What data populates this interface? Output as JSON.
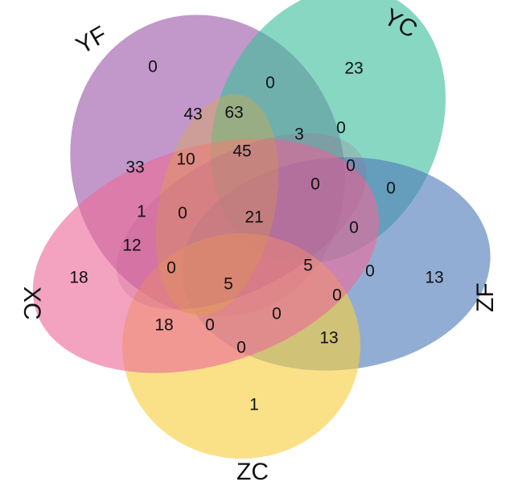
{
  "diagram": {
    "type": "venn-5-set",
    "sets": [
      {
        "key": "YF",
        "label": "YF",
        "color": "#9b59a8"
      },
      {
        "key": "YC",
        "label": "YC",
        "color": "#3dbf9c"
      },
      {
        "key": "ZF",
        "label": "ZF",
        "color": "#4f7ab8"
      },
      {
        "key": "ZC",
        "label": "ZC",
        "color": "#f7cf3d"
      },
      {
        "key": "XC",
        "label": "XC",
        "color": "#ec6b99"
      }
    ],
    "regions": [
      {
        "id": "yf-only",
        "value": "0"
      },
      {
        "id": "yc-only",
        "value": "23"
      },
      {
        "id": "zf-only",
        "value": "13"
      },
      {
        "id": "zc-only",
        "value": "1"
      },
      {
        "id": "xc-only",
        "value": "18"
      },
      {
        "id": "r-0-top",
        "value": "0"
      },
      {
        "id": "r-43",
        "value": "43"
      },
      {
        "id": "r-63",
        "value": "63"
      },
      {
        "id": "r-3",
        "value": "3"
      },
      {
        "id": "r-0-a",
        "value": "0"
      },
      {
        "id": "r-33",
        "value": "33"
      },
      {
        "id": "r-10",
        "value": "10"
      },
      {
        "id": "r-45",
        "value": "45"
      },
      {
        "id": "r-0-b",
        "value": "0"
      },
      {
        "id": "r-0-c",
        "value": "0"
      },
      {
        "id": "r-0-d",
        "value": "0"
      },
      {
        "id": "r-1",
        "value": "1"
      },
      {
        "id": "r-0-e",
        "value": "0"
      },
      {
        "id": "r-21",
        "value": "21"
      },
      {
        "id": "r-0-f",
        "value": "0"
      },
      {
        "id": "r-12",
        "value": "12"
      },
      {
        "id": "r-0-g",
        "value": "0"
      },
      {
        "id": "r-5-a",
        "value": "5"
      },
      {
        "id": "r-0-h",
        "value": "0"
      },
      {
        "id": "r-5-b",
        "value": "5"
      },
      {
        "id": "r-0-i",
        "value": "0"
      },
      {
        "id": "r-18",
        "value": "18"
      },
      {
        "id": "r-0-j",
        "value": "0"
      },
      {
        "id": "r-0-k",
        "value": "0"
      },
      {
        "id": "r-0-l",
        "value": "0"
      },
      {
        "id": "r-13",
        "value": "13"
      }
    ]
  }
}
